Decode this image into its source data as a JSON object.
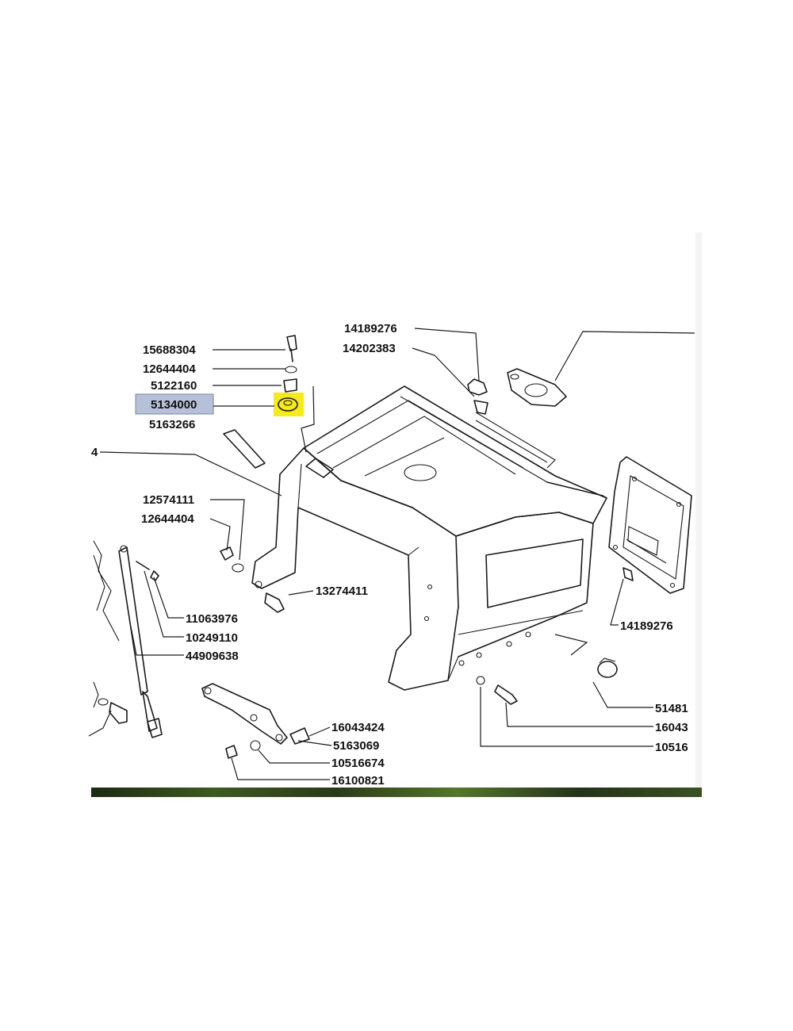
{
  "callouts": [
    {
      "id": "c1",
      "text": "14189276"
    },
    {
      "id": "c2",
      "text": "14202383"
    },
    {
      "id": "c3",
      "text": "15688304"
    },
    {
      "id": "c4",
      "text": "12644404"
    },
    {
      "id": "c5",
      "text": "5122160"
    },
    {
      "id": "c6",
      "text": "5134000"
    },
    {
      "id": "c7",
      "text": "5163266"
    },
    {
      "id": "c8",
      "text": "4"
    },
    {
      "id": "c9",
      "text": "12574111"
    },
    {
      "id": "c10",
      "text": "12644404"
    },
    {
      "id": "c11",
      "text": "13274411"
    },
    {
      "id": "c12",
      "text": "11063976"
    },
    {
      "id": "c13",
      "text": "10249110"
    },
    {
      "id": "c14",
      "text": "44909638"
    },
    {
      "id": "c15",
      "text": "14189276"
    },
    {
      "id": "c16",
      "text": "51481"
    },
    {
      "id": "c17",
      "text": "16043"
    },
    {
      "id": "c18",
      "text": "10516"
    },
    {
      "id": "c19",
      "text": "16043424"
    },
    {
      "id": "c20",
      "text": "5163069"
    },
    {
      "id": "c21",
      "text": "10516674"
    },
    {
      "id": "c22",
      "text": "16100821"
    }
  ],
  "highlight": {
    "selected_part": "5134000",
    "label_box_color": "#b6c0d8",
    "marker_color": "#f5ea1a"
  }
}
